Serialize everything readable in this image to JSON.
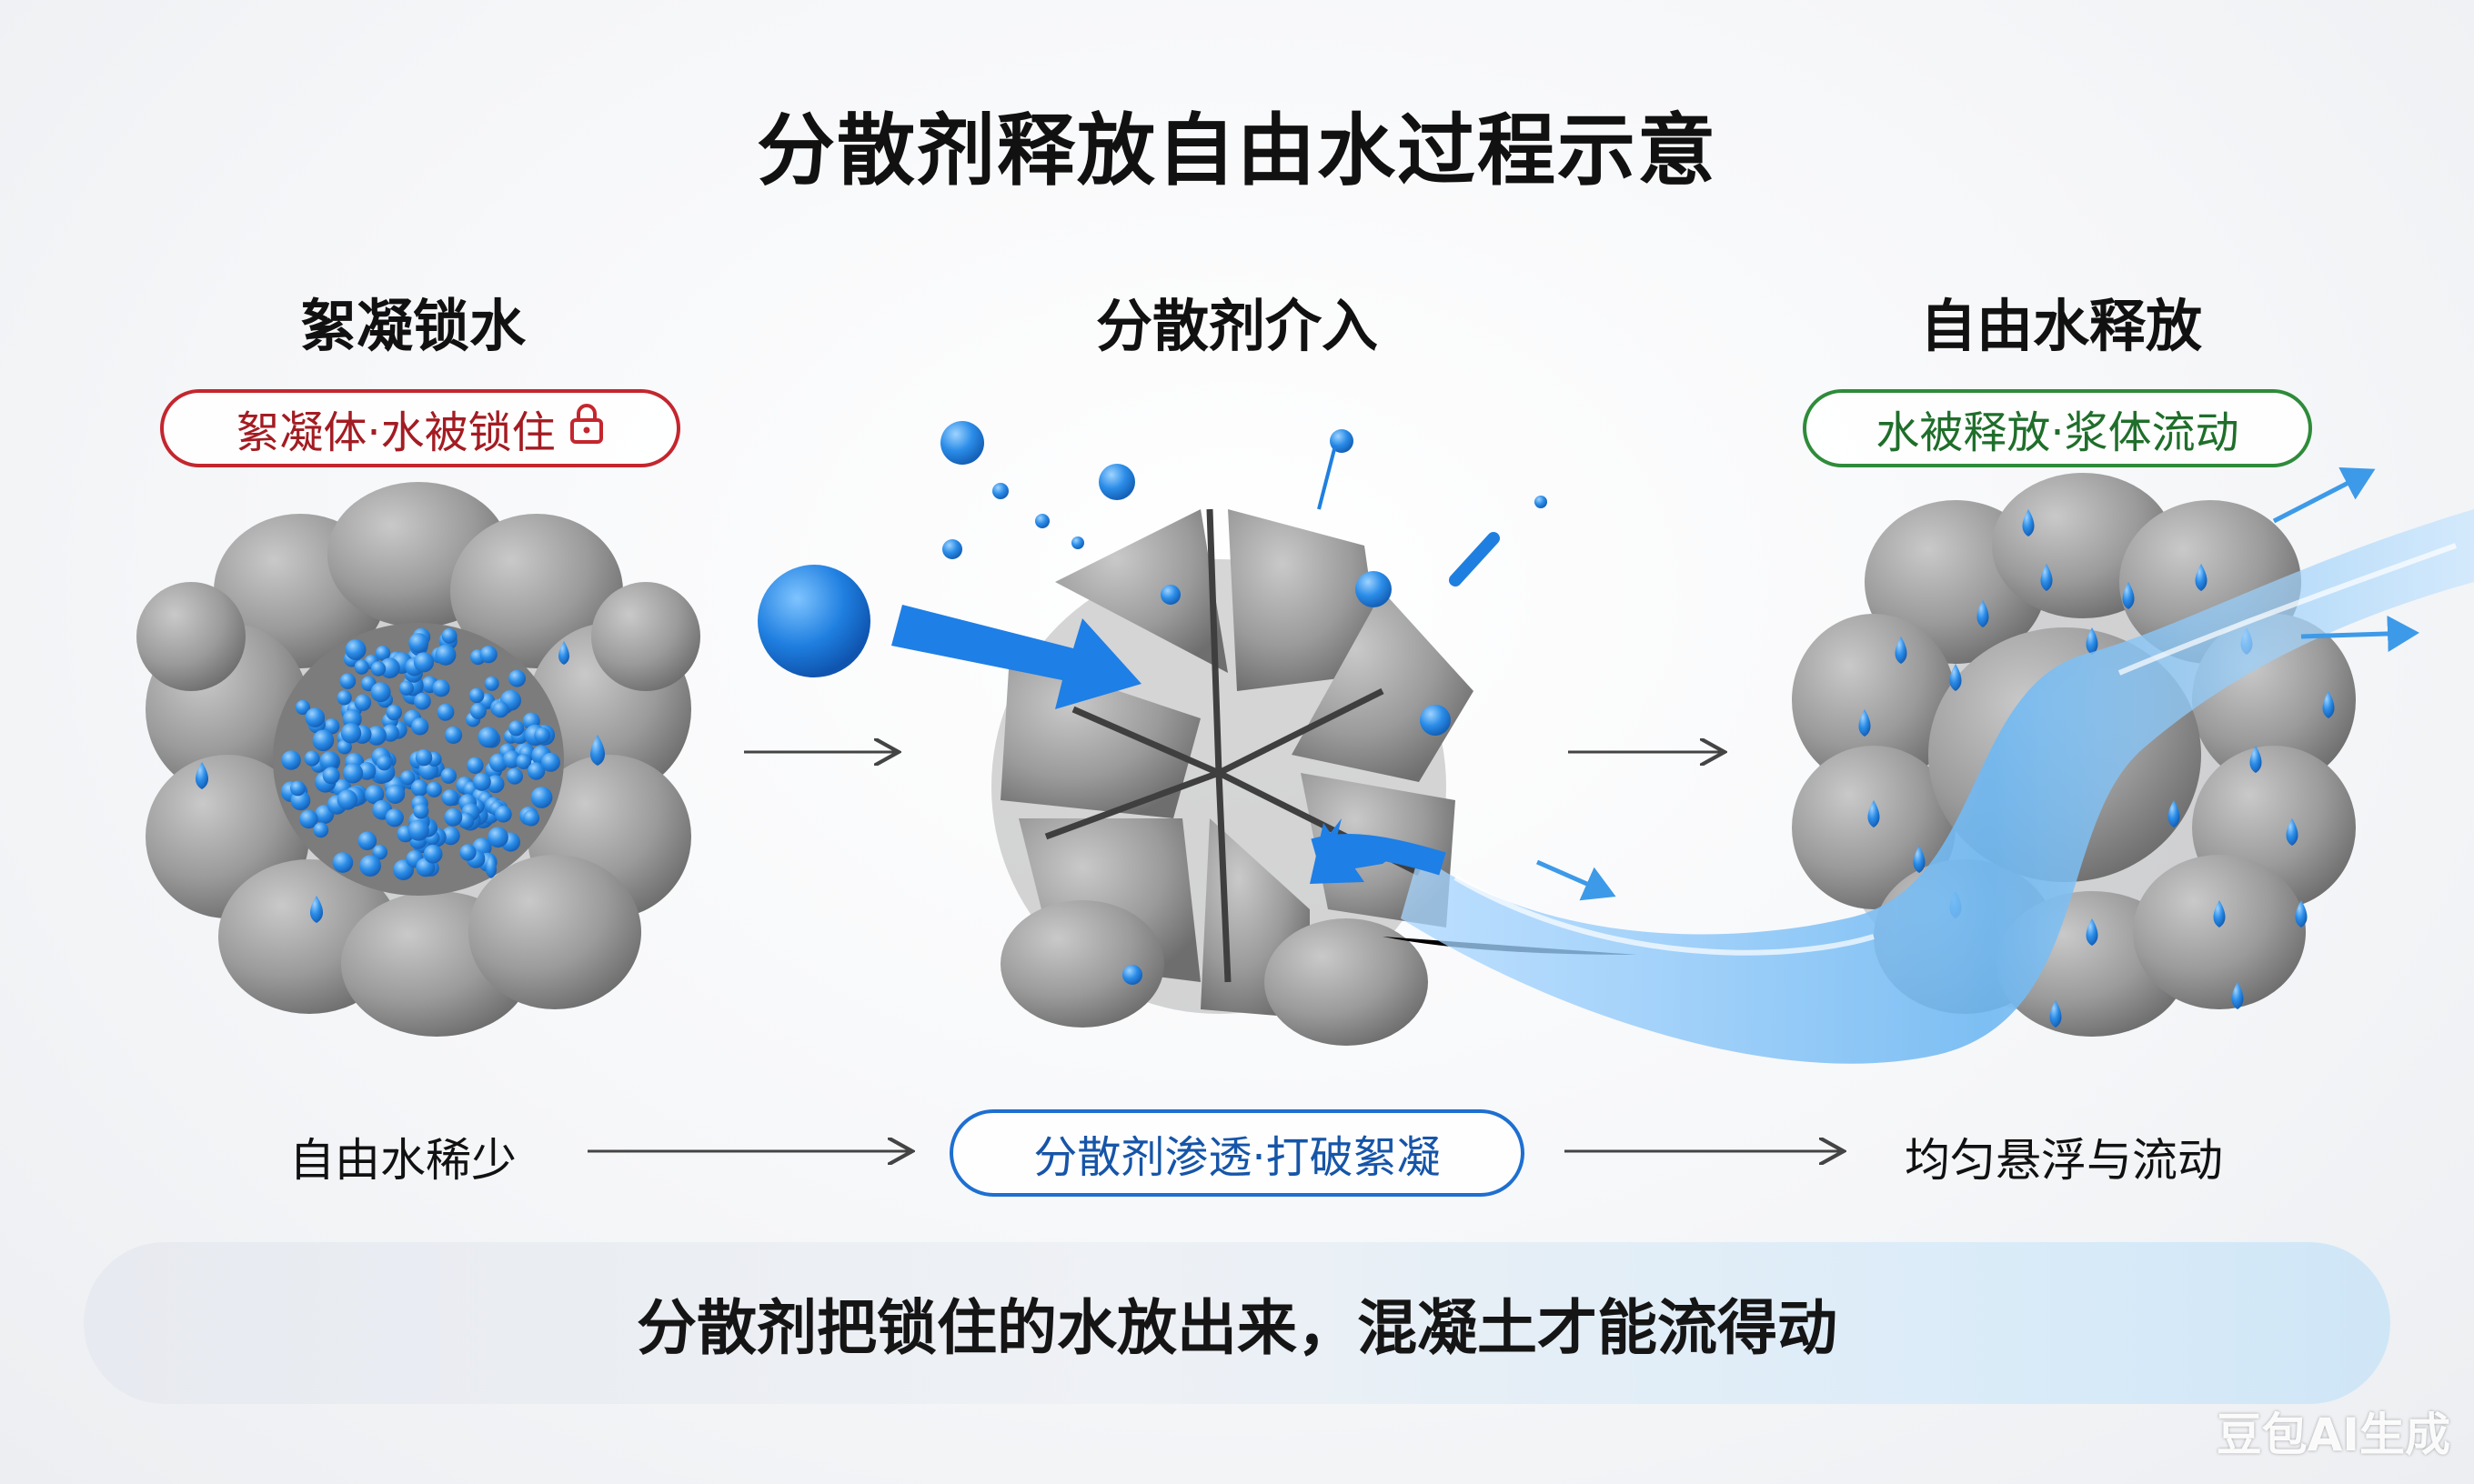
{
  "title": "分散剂释放自由水过程示意",
  "stages": [
    {
      "heading": "絮凝锁水",
      "pill": "絮凝体·水被锁住",
      "caption": "自由水稀少"
    },
    {
      "heading": "分散剂介入",
      "caption": "分散剂渗透·打破絮凝"
    },
    {
      "heading": "自由水释放",
      "pill": "水被释放·浆体流动",
      "caption": "均匀悬浮与流动"
    }
  ],
  "icons": {
    "lock": "lock-icon"
  },
  "summary": "分散剂把锁住的水放出来，混凝土才能流得动",
  "watermark": "豆包AI生成",
  "colors": {
    "red": "#c4262e",
    "green": "#2e8b3a",
    "blue": "#1e6fd1",
    "water": "#3d9ae8",
    "particle": "#9a9a9a"
  }
}
